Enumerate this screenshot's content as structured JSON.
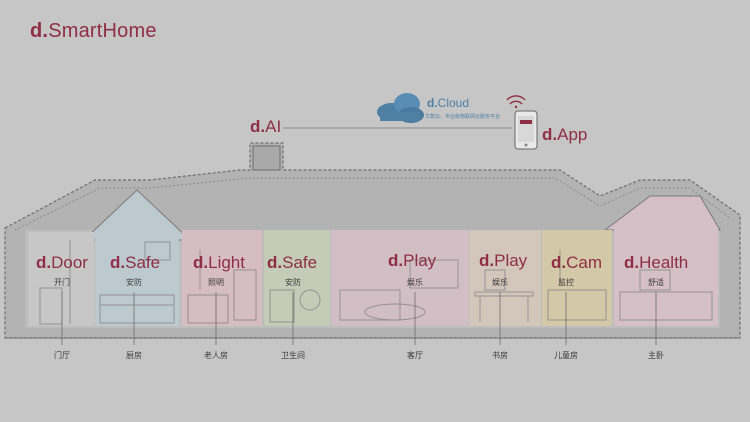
{
  "header": {
    "logo_prefix": "d.",
    "logo_suffix": "SmartHome"
  },
  "cloud": {
    "prefix": "d.",
    "name": "Cloud",
    "subtitle": "华数云、专业级物联网云服务平台"
  },
  "ai": {
    "prefix": "d.",
    "name": "AI"
  },
  "app": {
    "prefix": "d.",
    "name": "App"
  },
  "rooms": [
    {
      "id": "door",
      "prefix": "d.",
      "product": "Door",
      "function": "开门",
      "room": "门厅",
      "color": "#c7c7c7"
    },
    {
      "id": "safe1",
      "prefix": "d.",
      "product": "Safe",
      "function": "安防",
      "room": "厨房",
      "color": "#bcc9cf"
    },
    {
      "id": "light",
      "prefix": "d.",
      "product": "Light",
      "function": "照明",
      "room": "老人房",
      "color": "#d6bcc3"
    },
    {
      "id": "safe2",
      "prefix": "d.",
      "product": "Safe",
      "function": "安防",
      "room": "卫生间",
      "color": "#c4cbb6"
    },
    {
      "id": "play1",
      "prefix": "d.",
      "product": "Play",
      "function": "娱乐",
      "room": "客厅",
      "color": "#d2bec5"
    },
    {
      "id": "play2",
      "prefix": "d.",
      "product": "Play",
      "function": "娱乐",
      "room": "书房",
      "color": "#d3c6ba"
    },
    {
      "id": "cam",
      "prefix": "d.",
      "product": "Cam",
      "function": "监控",
      "room": "儿童房",
      "color": "#d3c8a8"
    },
    {
      "id": "health",
      "prefix": "d.",
      "product": "Health",
      "function": "舒适",
      "room": "主卧",
      "color": "#d4c0c6"
    }
  ],
  "colors": {
    "brand": "#8f2e45",
    "cloud": "#4f7fa3",
    "background": "#c6c6c6"
  }
}
